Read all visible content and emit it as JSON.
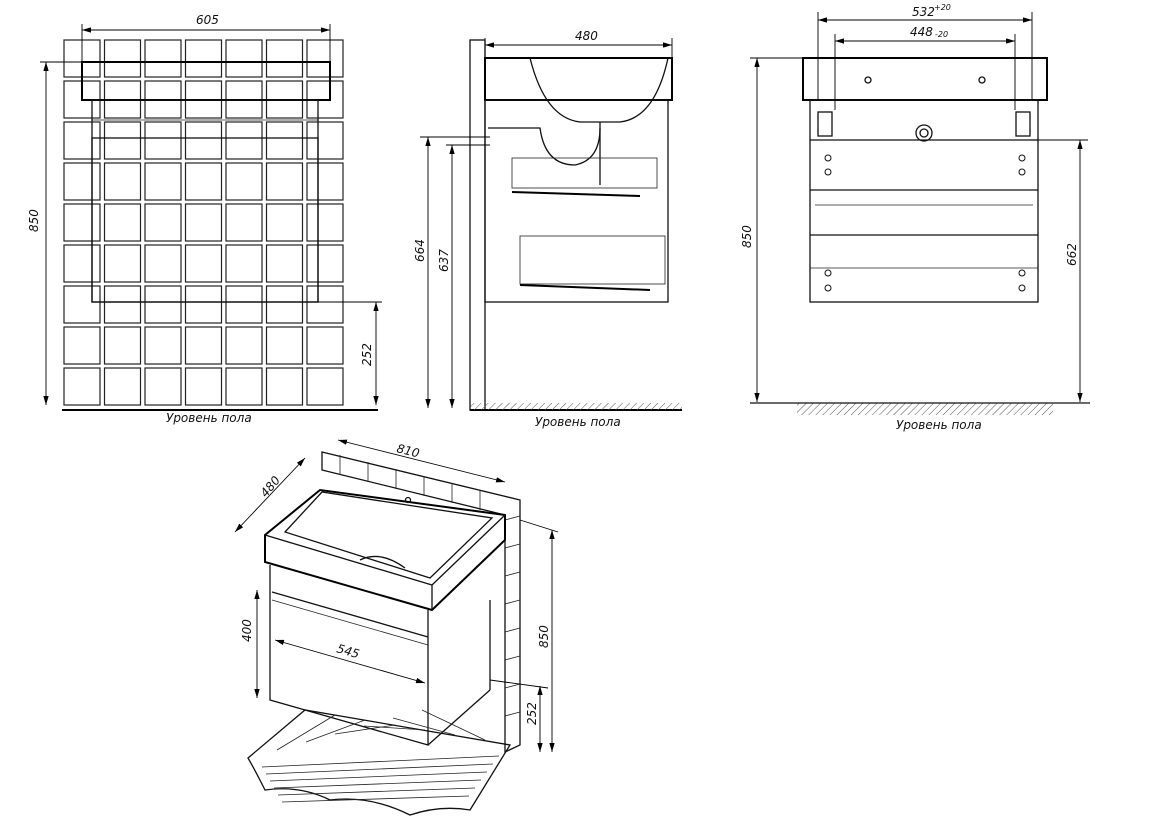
{
  "front_view": {
    "width": "605",
    "height": "850",
    "plinth_height": "252",
    "floor_label": "Уровень пола"
  },
  "side_view": {
    "depth": "480",
    "height_outer": "664",
    "height_inner": "637",
    "floor_label": "Уровень пола"
  },
  "back_view": {
    "outer_width": "532",
    "outer_tol": "+20",
    "inner_width": "448",
    "inner_tol": "-20",
    "height": "850",
    "mount_height": "662",
    "floor_label": "Уровень пола"
  },
  "iso_view": {
    "width": "810",
    "depth": "480",
    "drawer_height": "400",
    "drawer_width": "545",
    "height": "850",
    "plinth_height": "252"
  }
}
